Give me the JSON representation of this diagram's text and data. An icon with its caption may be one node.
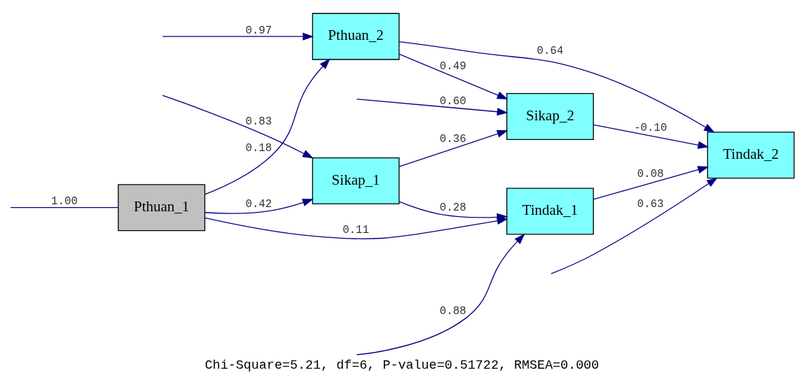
{
  "diagram": {
    "caption": "Chi-Square=5.21, df=6, P-value=0.51722, RMSEA=0.000",
    "nodes": [
      {
        "text": [
          "Pthuan_1"
        ]
      },
      {
        "text": [
          "Tindak_1"
        ]
      },
      {
        "text": [
          "Pthuan_2"
        ]
      },
      {
        "text": [
          "Sikap_1"
        ]
      },
      {
        "text": [
          "Tindak_2"
        ]
      },
      {
        "text": [
          "Sikap_2"
        ]
      }
    ],
    "edges": [
      {
        "from": 0,
        "to": 1,
        "arrow": "to",
        "label": "0.11"
      },
      {
        "from": 0,
        "to": 2,
        "arrow": "to",
        "label": "0.18"
      },
      {
        "from": 0,
        "to": 3,
        "arrow": "to",
        "label": "0.42"
      },
      {
        "from": 3,
        "to": 1,
        "arrow": "to",
        "label": "0.28"
      },
      {
        "from": 1,
        "to": 4,
        "arrow": "to",
        "label": "0.08"
      },
      {
        "from": 2,
        "to": 4,
        "arrow": "to",
        "label": "0.64"
      },
      {
        "from": 2,
        "to": 5,
        "arrow": "to",
        "label": "0.49"
      },
      {
        "from": 3,
        "to": 5,
        "arrow": "to",
        "label": "0.36"
      },
      {
        "from": 5,
        "to": 4,
        "arrow": "to",
        "label": "-0.10"
      },
      {
        "from": null,
        "to": 0,
        "arrow": "none",
        "label": "1.00"
      },
      {
        "from": null,
        "to": 1,
        "arrow": "to",
        "label": "0.88"
      },
      {
        "from": null,
        "to": 2,
        "arrow": "to",
        "label": "0.97"
      },
      {
        "from": null,
        "to": 3,
        "arrow": "to",
        "label": "0.83"
      },
      {
        "from": null,
        "to": 4,
        "arrow": "to",
        "label": "0.63"
      },
      {
        "from": null,
        "to": 5,
        "arrow": "to",
        "label": "0.60"
      }
    ]
  }
}
